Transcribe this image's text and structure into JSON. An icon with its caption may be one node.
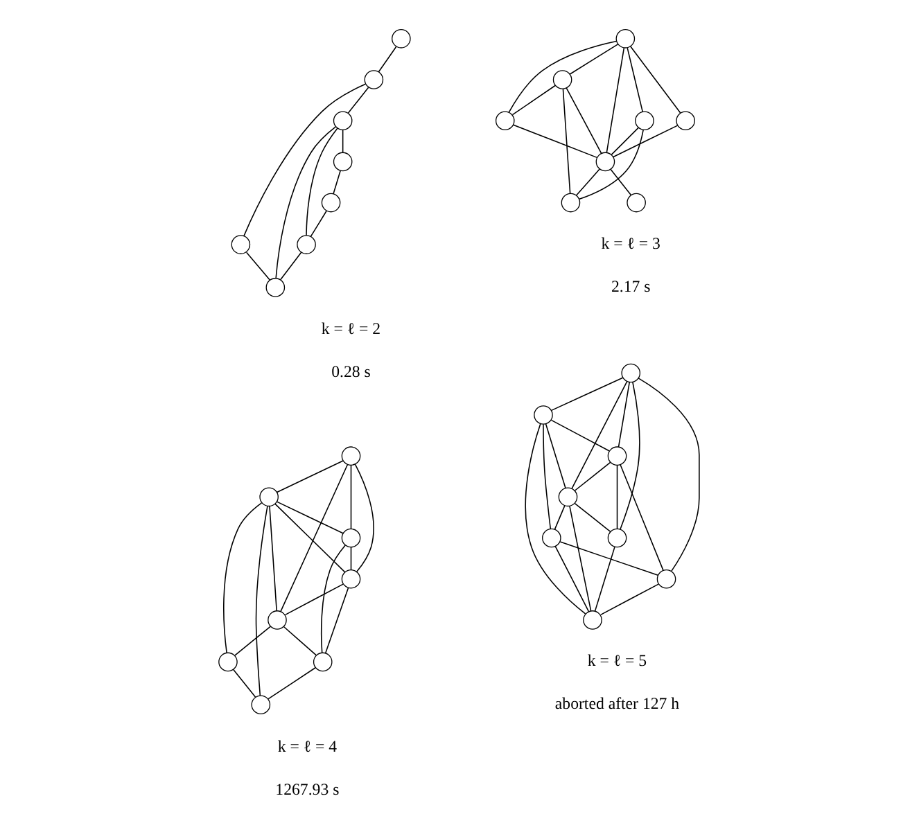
{
  "diagram": {
    "nodes": [
      {
        "text": [],
        "shape": "circle"
      },
      {
        "text": [],
        "shape": "circle"
      },
      {
        "text": [],
        "shape": "circle"
      },
      {
        "text": [],
        "shape": "circle"
      },
      {
        "text": [],
        "shape": "circle"
      },
      {
        "text": [],
        "shape": "circle"
      },
      {
        "text": [],
        "shape": "circle"
      },
      {
        "text": [],
        "shape": "circle"
      },
      {
        "text": [],
        "shape": "circle"
      },
      {
        "text": [],
        "shape": "circle"
      },
      {
        "text": [],
        "shape": "circle"
      },
      {
        "text": [],
        "shape": "circle"
      },
      {
        "text": [],
        "shape": "circle"
      },
      {
        "text": [],
        "shape": "circle"
      },
      {
        "text": [],
        "shape": "circle"
      },
      {
        "text": [],
        "shape": "circle"
      },
      {
        "text": [],
        "shape": "circle"
      },
      {
        "text": [],
        "shape": "circle"
      },
      {
        "text": [],
        "shape": "circle"
      },
      {
        "text": [],
        "shape": "circle"
      },
      {
        "text": [],
        "shape": "circle"
      },
      {
        "text": [],
        "shape": "circle"
      },
      {
        "text": [],
        "shape": "circle"
      },
      {
        "text": [],
        "shape": "circle"
      },
      {
        "text": [],
        "shape": "circle"
      },
      {
        "text": [],
        "shape": "circle"
      },
      {
        "text": [],
        "shape": "circle"
      },
      {
        "text": [],
        "shape": "circle"
      },
      {
        "text": [],
        "shape": "circle"
      },
      {
        "text": [],
        "shape": "circle"
      },
      {
        "text": [],
        "shape": "circle"
      },
      {
        "text": [],
        "shape": "circle"
      }
    ],
    "edges": [
      {
        "from": 0,
        "to": 1,
        "arrow": "none"
      },
      {
        "from": 1,
        "to": 2,
        "arrow": "none"
      },
      {
        "from": 1,
        "to": 6,
        "arrow": "none"
      },
      {
        "from": 6,
        "to": 7,
        "arrow": "none"
      },
      {
        "from": 2,
        "to": 7,
        "arrow": "none"
      },
      {
        "from": 2,
        "to": 3,
        "arrow": "none"
      },
      {
        "from": 3,
        "to": 4,
        "arrow": "none"
      },
      {
        "from": 4,
        "to": 5,
        "arrow": "none"
      },
      {
        "from": 2,
        "to": 5,
        "arrow": "none"
      },
      {
        "from": 5,
        "to": 7,
        "arrow": "none"
      },
      {
        "from": 8,
        "to": 9,
        "arrow": "none"
      },
      {
        "from": 8,
        "to": 10,
        "arrow": "none"
      },
      {
        "from": 8,
        "to": 13,
        "arrow": "none"
      },
      {
        "from": 8,
        "to": 11,
        "arrow": "none"
      },
      {
        "from": 8,
        "to": 12,
        "arrow": "none"
      },
      {
        "from": 9,
        "to": 10,
        "arrow": "none"
      },
      {
        "from": 9,
        "to": 13,
        "arrow": "none"
      },
      {
        "from": 9,
        "to": 15,
        "arrow": "none"
      },
      {
        "from": 10,
        "to": 13,
        "arrow": "none"
      },
      {
        "from": 11,
        "to": 13,
        "arrow": "none"
      },
      {
        "from": 12,
        "to": 13,
        "arrow": "none"
      },
      {
        "from": 12,
        "to": 15,
        "arrow": "none"
      },
      {
        "from": 13,
        "to": 14,
        "arrow": "none"
      },
      {
        "from": 13,
        "to": 15,
        "arrow": "none"
      },
      {
        "from": 16,
        "to": 17,
        "arrow": "none"
      },
      {
        "from": 16,
        "to": 18,
        "arrow": "none"
      },
      {
        "from": 16,
        "to": 19,
        "arrow": "none"
      },
      {
        "from": 16,
        "to": 20,
        "arrow": "none"
      },
      {
        "from": 17,
        "to": 18,
        "arrow": "none"
      },
      {
        "from": 17,
        "to": 19,
        "arrow": "none"
      },
      {
        "from": 17,
        "to": 20,
        "arrow": "none"
      },
      {
        "from": 17,
        "to": 21,
        "arrow": "none"
      },
      {
        "from": 17,
        "to": 23,
        "arrow": "none"
      },
      {
        "from": 18,
        "to": 19,
        "arrow": "none"
      },
      {
        "from": 18,
        "to": 22,
        "arrow": "none"
      },
      {
        "from": 19,
        "to": 22,
        "arrow": "none"
      },
      {
        "from": 19,
        "to": 20,
        "arrow": "none"
      },
      {
        "from": 20,
        "to": 21,
        "arrow": "none"
      },
      {
        "from": 20,
        "to": 22,
        "arrow": "none"
      },
      {
        "from": 21,
        "to": 23,
        "arrow": "none"
      },
      {
        "from": 22,
        "to": 23,
        "arrow": "none"
      },
      {
        "from": 24,
        "to": 25,
        "arrow": "none"
      },
      {
        "from": 24,
        "to": 26,
        "arrow": "none"
      },
      {
        "from": 24,
        "to": 30,
        "arrow": "none"
      },
      {
        "from": 24,
        "to": 27,
        "arrow": "none"
      },
      {
        "from": 24,
        "to": 29,
        "arrow": "none"
      },
      {
        "from": 25,
        "to": 26,
        "arrow": "none"
      },
      {
        "from": 25,
        "to": 27,
        "arrow": "none"
      },
      {
        "from": 25,
        "to": 31,
        "arrow": "none"
      },
      {
        "from": 25,
        "to": 28,
        "arrow": "none"
      },
      {
        "from": 26,
        "to": 27,
        "arrow": "none"
      },
      {
        "from": 26,
        "to": 29,
        "arrow": "none"
      },
      {
        "from": 26,
        "to": 30,
        "arrow": "none"
      },
      {
        "from": 27,
        "to": 28,
        "arrow": "none"
      },
      {
        "from": 27,
        "to": 30,
        "arrow": "none"
      },
      {
        "from": 27,
        "to": 31,
        "arrow": "none"
      },
      {
        "from": 28,
        "to": 29,
        "arrow": "none"
      },
      {
        "from": 28,
        "to": 31,
        "arrow": "none"
      },
      {
        "from": 29,
        "to": 31,
        "arrow": "none"
      },
      {
        "from": 30,
        "to": 31,
        "arrow": "none"
      }
    ],
    "labels": [
      "k = ℓ = 2",
      "0.28 s",
      "k = ℓ = 3",
      "2.17 s",
      "k = ℓ = 4",
      "1267.93 s",
      "k = ℓ = 5",
      "aborted after 127 h"
    ]
  }
}
